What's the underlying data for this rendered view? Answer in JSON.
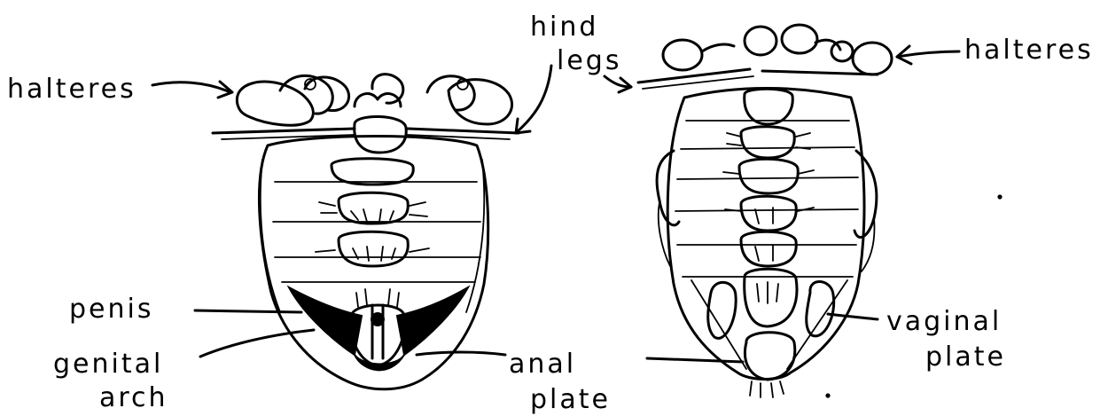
{
  "labels": {
    "left_halteres": "halteres",
    "hind_legs_line1": "hind",
    "hind_legs_line2": "legs",
    "right_halteres": "halteres",
    "penis": "penis",
    "genital_arch_line1": "genital",
    "genital_arch_line2": "arch",
    "anal_plate_line1": "anal",
    "anal_plate_line2": "plate",
    "vaginal_plate_line1": "vaginal",
    "vaginal_plate_line2": "plate"
  },
  "colors": {
    "ink": "#000000",
    "paper": "#ffffff"
  }
}
